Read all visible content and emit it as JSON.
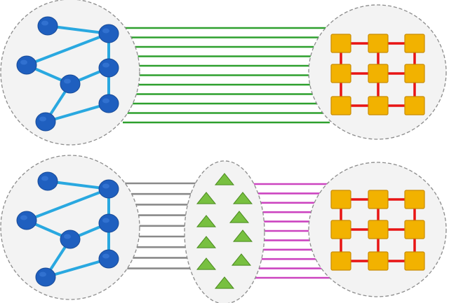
{
  "colors": {
    "background": "#ffffff",
    "circle_fill": "#f3f3f3",
    "circle_stroke": "#8c8c8c",
    "graph_node": "#1f5fbf",
    "graph_node_highlight": "#3f7fdf",
    "graph_edge": "#29a8e0",
    "grid_node": "#f2b200",
    "grid_node_edge": "#c98c00",
    "grid_link": "#e81414",
    "direct_bridge_lines": "#2ea02e",
    "left_bridge_lines": "#8a8a8a",
    "right_bridge_lines": "#cc44c0",
    "triangle_fill": "#78c040",
    "triangle_stroke": "#4a8a1e"
  },
  "panels": [
    {
      "id": "top",
      "arrangement": "graph-to-grid-direct",
      "bridge_line_count": 11
    },
    {
      "id": "bottom",
      "arrangement": "graph-to-intermediate-to-grid",
      "left_bridge_line_count": 9,
      "right_bridge_line_count": 11,
      "intermediate_triangle_count": 10
    }
  ],
  "graph": {
    "node_count": 7,
    "edge_count": 8
  },
  "grid": {
    "rows": 3,
    "cols": 3
  }
}
